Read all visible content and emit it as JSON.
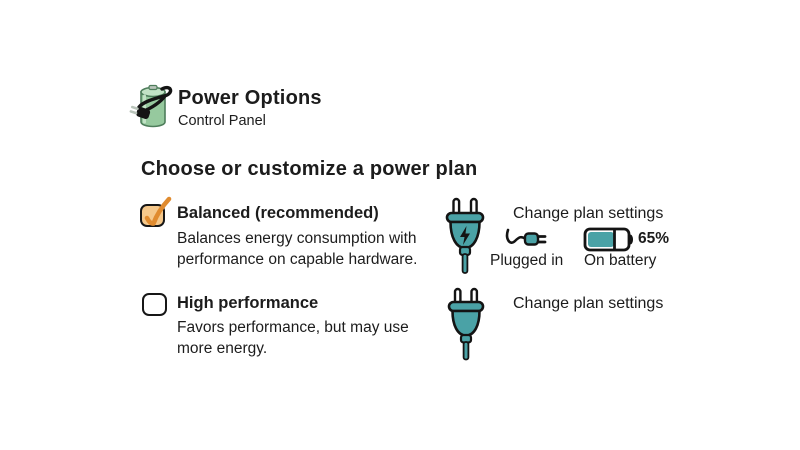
{
  "header": {
    "icon": "power-options-battery-cord-icon",
    "title": "Power Options",
    "subtitle": "Control Panel"
  },
  "heading": "Choose or customize a power plan",
  "plans": [
    {
      "name": "Balanced (recommended)",
      "checked": true,
      "checkbox_icon": "checked-checkbox-icon",
      "plan_icon": "power-plug-lightning-icon",
      "description": "Balances energy consumption with performance on capable hardware.",
      "link": "Change plan settings",
      "power_status": {
        "plugged_icon": "cord-plug-icon",
        "plugged_label": "Plugged in",
        "battery_icon": "battery-level-icon",
        "battery_percent": "65%",
        "battery_label": "On battery"
      }
    },
    {
      "name": "High performance",
      "checked": false,
      "checkbox_icon": "unchecked-checkbox-icon",
      "plan_icon": "power-plug-icon",
      "description": "Favors performance, but may use more energy.",
      "link": "Change plan settings"
    }
  ],
  "colors": {
    "teal": "#4aa2a6",
    "teal_dark": "#2e7d82",
    "battery_green": "#96c99e",
    "battery_green_light": "#c2e2c6",
    "battery_green_dark": "#4e7d5b",
    "check_orange": "#e08b2f",
    "checkbox_fill_orange": "#f5c88b",
    "ink": "#171717"
  }
}
